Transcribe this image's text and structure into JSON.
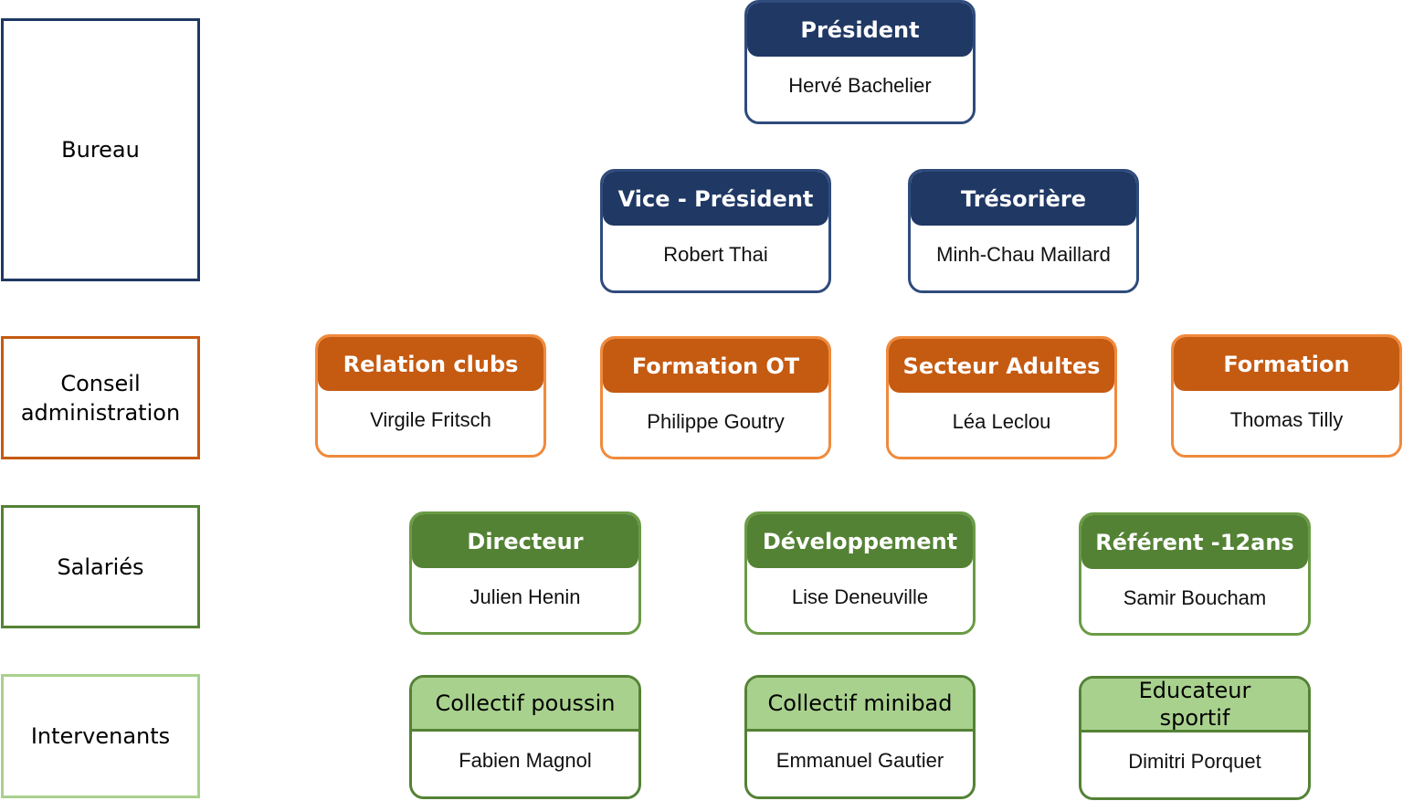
{
  "categories": {
    "bureau": "Bureau",
    "conseil": "Conseil\nadministration",
    "salaries": "Salariés",
    "intervenants": "Intervenants"
  },
  "bureau": {
    "president": {
      "role": "Président",
      "name": "Hervé Bachelier"
    },
    "vice_president": {
      "role": "Vice - Président",
      "name": "Robert Thai"
    },
    "tresoriere": {
      "role": "Trésorière",
      "name": "Minh-Chau Maillard"
    }
  },
  "conseil": [
    {
      "role": "Relation clubs",
      "name": "Virgile Fritsch"
    },
    {
      "role": "Formation OT",
      "name": "Philippe Goutry"
    },
    {
      "role": "Secteur Adultes",
      "name": "Léa Leclou"
    },
    {
      "role": "Formation",
      "name": "Thomas Tilly"
    }
  ],
  "salaries": [
    {
      "role": "Directeur",
      "name": "Julien Henin"
    },
    {
      "role": "Développement",
      "name": "Lise Deneuville"
    },
    {
      "role": "Référent -12ans",
      "name": "Samir Boucham"
    }
  ],
  "intervenants": [
    {
      "role": "Collectif poussin",
      "name": "Fabien Magnol"
    },
    {
      "role": "Collectif minibad",
      "name": "Emmanuel Gautier"
    },
    {
      "role": "Educateur\nsportif",
      "name": "Dimitri Porquet"
    }
  ],
  "colors": {
    "bureau": "#203864",
    "conseil": "#c55a11",
    "salaries": "#548235",
    "intervenants": "#a9d18e"
  }
}
